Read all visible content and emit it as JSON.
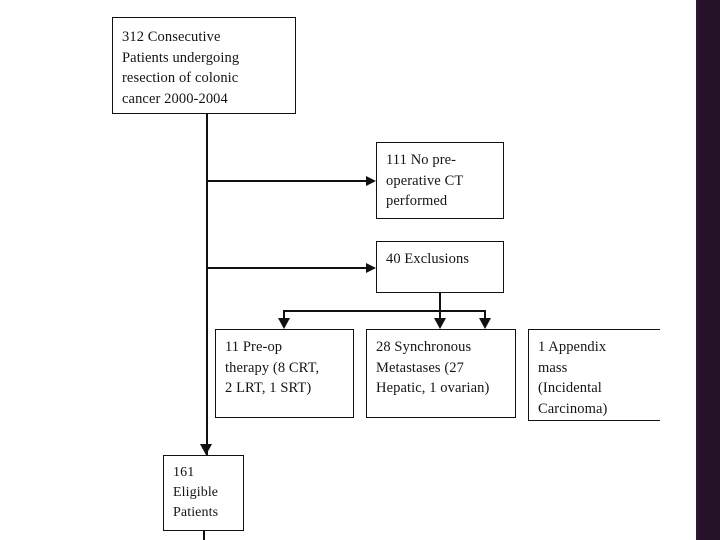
{
  "slide": {
    "background_color": "#ffffff",
    "accent_strip_color": "#251228",
    "line_color": "#111111"
  },
  "chart_data": {
    "type": "diagram",
    "diagram_kind": "flowchart",
    "title": "",
    "nodes": [
      {
        "id": "top",
        "label": "312 Consecutive\nPatients undergoing\nresection of colonic\ncancer 2000-2004",
        "count": 312
      },
      {
        "id": "no-ct",
        "label": "111 No pre-\noperative CT\nperformed",
        "count": 111
      },
      {
        "id": "exclusions",
        "label": "40 Exclusions",
        "count": 40
      },
      {
        "id": "preop-therapy",
        "label": "11 Pre-op\ntherapy (8 CRT,\n2 LRT, 1 SRT)",
        "count": 11
      },
      {
        "id": "synchronous-metastases",
        "label": "28 Synchronous\nMetastases (27\nHepatic, 1 ovarian)",
        "count": 28
      },
      {
        "id": "appendix-mass",
        "label": "1 Appendix\nmass\n(Incidental\nCarcinoma)",
        "count": 1
      },
      {
        "id": "eligible",
        "label": "161\nEligible\nPatients",
        "count": 161
      }
    ],
    "edges": [
      {
        "from": "top",
        "to": "no-ct",
        "style": "arrow"
      },
      {
        "from": "top",
        "to": "exclusions",
        "style": "arrow"
      },
      {
        "from": "top",
        "to": "eligible",
        "style": "arrow"
      },
      {
        "from": "exclusions",
        "to": "preop-therapy",
        "style": "arrow"
      },
      {
        "from": "exclusions",
        "to": "synchronous-metastases",
        "style": "arrow"
      },
      {
        "from": "exclusions",
        "to": "appendix-mass",
        "style": "arrow"
      }
    ]
  }
}
